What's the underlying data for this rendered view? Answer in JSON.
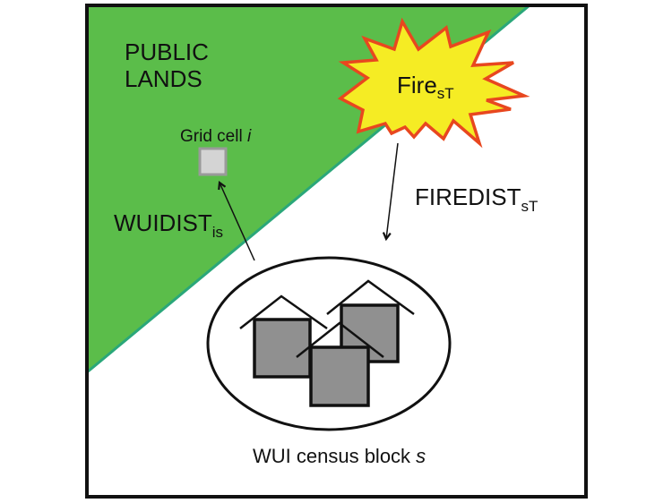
{
  "diagram": {
    "public_lands_label": {
      "line1": "PUBLIC",
      "line2": "LANDS"
    },
    "fire_label": {
      "main": "Fire",
      "sub": "sT"
    },
    "grid_cell_label": {
      "main": "Grid cell ",
      "italic": "i"
    },
    "wuidist_label": {
      "main": "WUIDIST",
      "sub": "is"
    },
    "firedist_label": {
      "main": "FIREDIST",
      "sub": "sT"
    },
    "census_block_label": {
      "main": "WUI census block ",
      "italic": "s"
    },
    "houses_count": 3
  },
  "colors": {
    "public_lands_fill": "#5bbd4a",
    "public_lands_edge": "#2aa77a",
    "fire_fill": "#f5ec24",
    "fire_stroke": "#e8471f",
    "house_fill": "#909090",
    "grid_cell_fill": "#d4d4d4",
    "grid_cell_stroke": "#9a9a9a",
    "frame": "#111111"
  }
}
